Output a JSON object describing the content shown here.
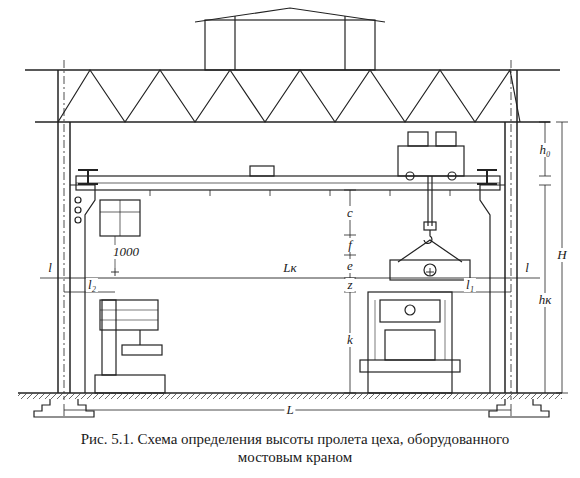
{
  "diagram": {
    "caption": "Рис. 5.1. Схема определения высоты пролета цеха, оборудованного мостовым краном",
    "labels": [
      "h₀",
      "c",
      "f",
      "e",
      "z",
      "k",
      "H",
      "hк",
      "l",
      "l₂",
      "1000",
      "Lк",
      "l₁",
      "l",
      "L"
    ]
  }
}
